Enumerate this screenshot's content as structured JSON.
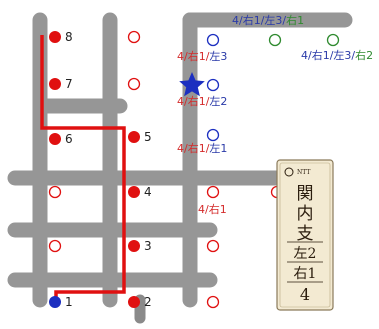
{
  "colors": {
    "road": "#969696",
    "route": "#e01010",
    "red": "#e01010",
    "blue": "#1c2fc0",
    "green": "#2f8a2f",
    "star": "#1c2fc0",
    "sign_bg": "#f3ead2"
  },
  "markers_filled": [
    {
      "id": "8",
      "label": "8"
    },
    {
      "id": "7",
      "label": "7"
    },
    {
      "id": "6",
      "label": "6"
    },
    {
      "id": "5",
      "label": "5"
    },
    {
      "id": "4",
      "label": "4"
    },
    {
      "id": "3",
      "label": "3"
    },
    {
      "id": "2",
      "label": "2"
    },
    {
      "id": "1",
      "label": "1"
    }
  ],
  "annotations": {
    "top_right_seg1": "4/右1/左3/",
    "top_right_seg2": "右1",
    "right_seg1": "4/右1/左3/",
    "right_seg2": "右2",
    "mid_top_seg1": "4/右1/",
    "mid_top_seg2": "左3",
    "mid_second_seg1": "4/右1/",
    "mid_second_seg2": "左2",
    "mid_third_seg1": "4/右1/",
    "mid_third_seg2": "左1",
    "mid_fourth": "4/右1"
  },
  "sign": {
    "top_small": "NTT",
    "line1": "関",
    "line2": "内",
    "line3": "支",
    "line4": "左2",
    "line5": "右1",
    "line6": "4"
  }
}
